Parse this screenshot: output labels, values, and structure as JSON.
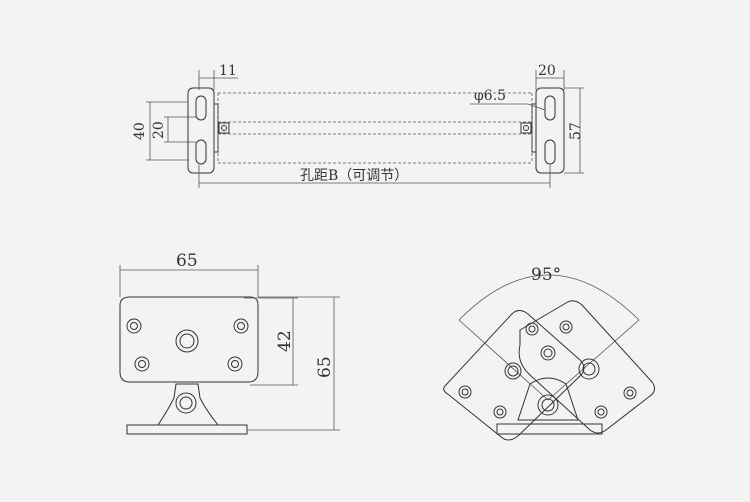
{
  "top_view": {
    "dim_left_width": "11",
    "dim_right_width": "20",
    "dim_outer_height": "40",
    "dim_inner_height": "20",
    "dim_right_height": "57",
    "dim_hole_dia": "φ6.5",
    "dim_span_label": "孔距B（可调节）"
  },
  "front_view": {
    "dim_width": "65",
    "dim_hole_height": "42",
    "dim_total_height": "65"
  },
  "side_view": {
    "dim_angle": "95°"
  }
}
